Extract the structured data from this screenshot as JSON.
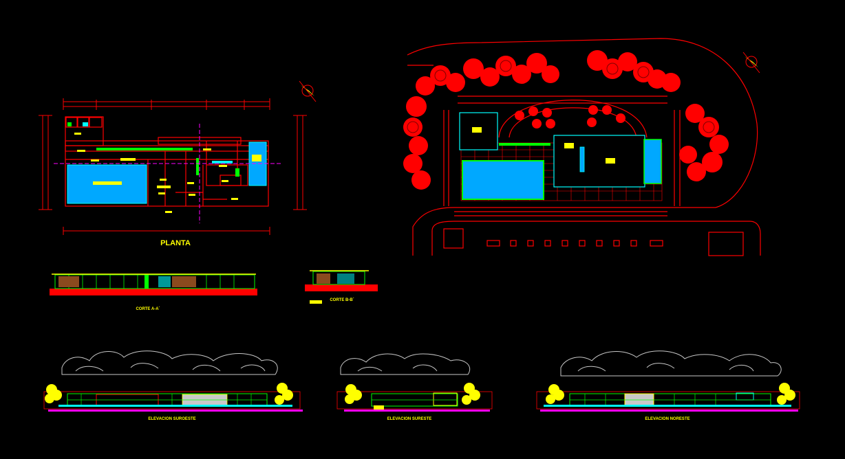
{
  "drawing": {
    "background": "#000000",
    "labels": {
      "plan": "PLANTA",
      "section_a": "CORTE A-A´",
      "section_b": "CORTE B-B´",
      "elev_southwest": "ELEVACION SUROESTE",
      "elev_southeast": "ELEVACION SURESTE",
      "elev_northeast": "ELEVACION NORESTE"
    },
    "colors": {
      "line": "#ff0000",
      "pool": "#00a8ff",
      "pool_edge": "#00ffff",
      "accent": "#ffff00",
      "green": "#00ff00",
      "magenta": "#ff00ff",
      "grey": "#c8c8c8",
      "brown": "#8b4a1e"
    }
  }
}
